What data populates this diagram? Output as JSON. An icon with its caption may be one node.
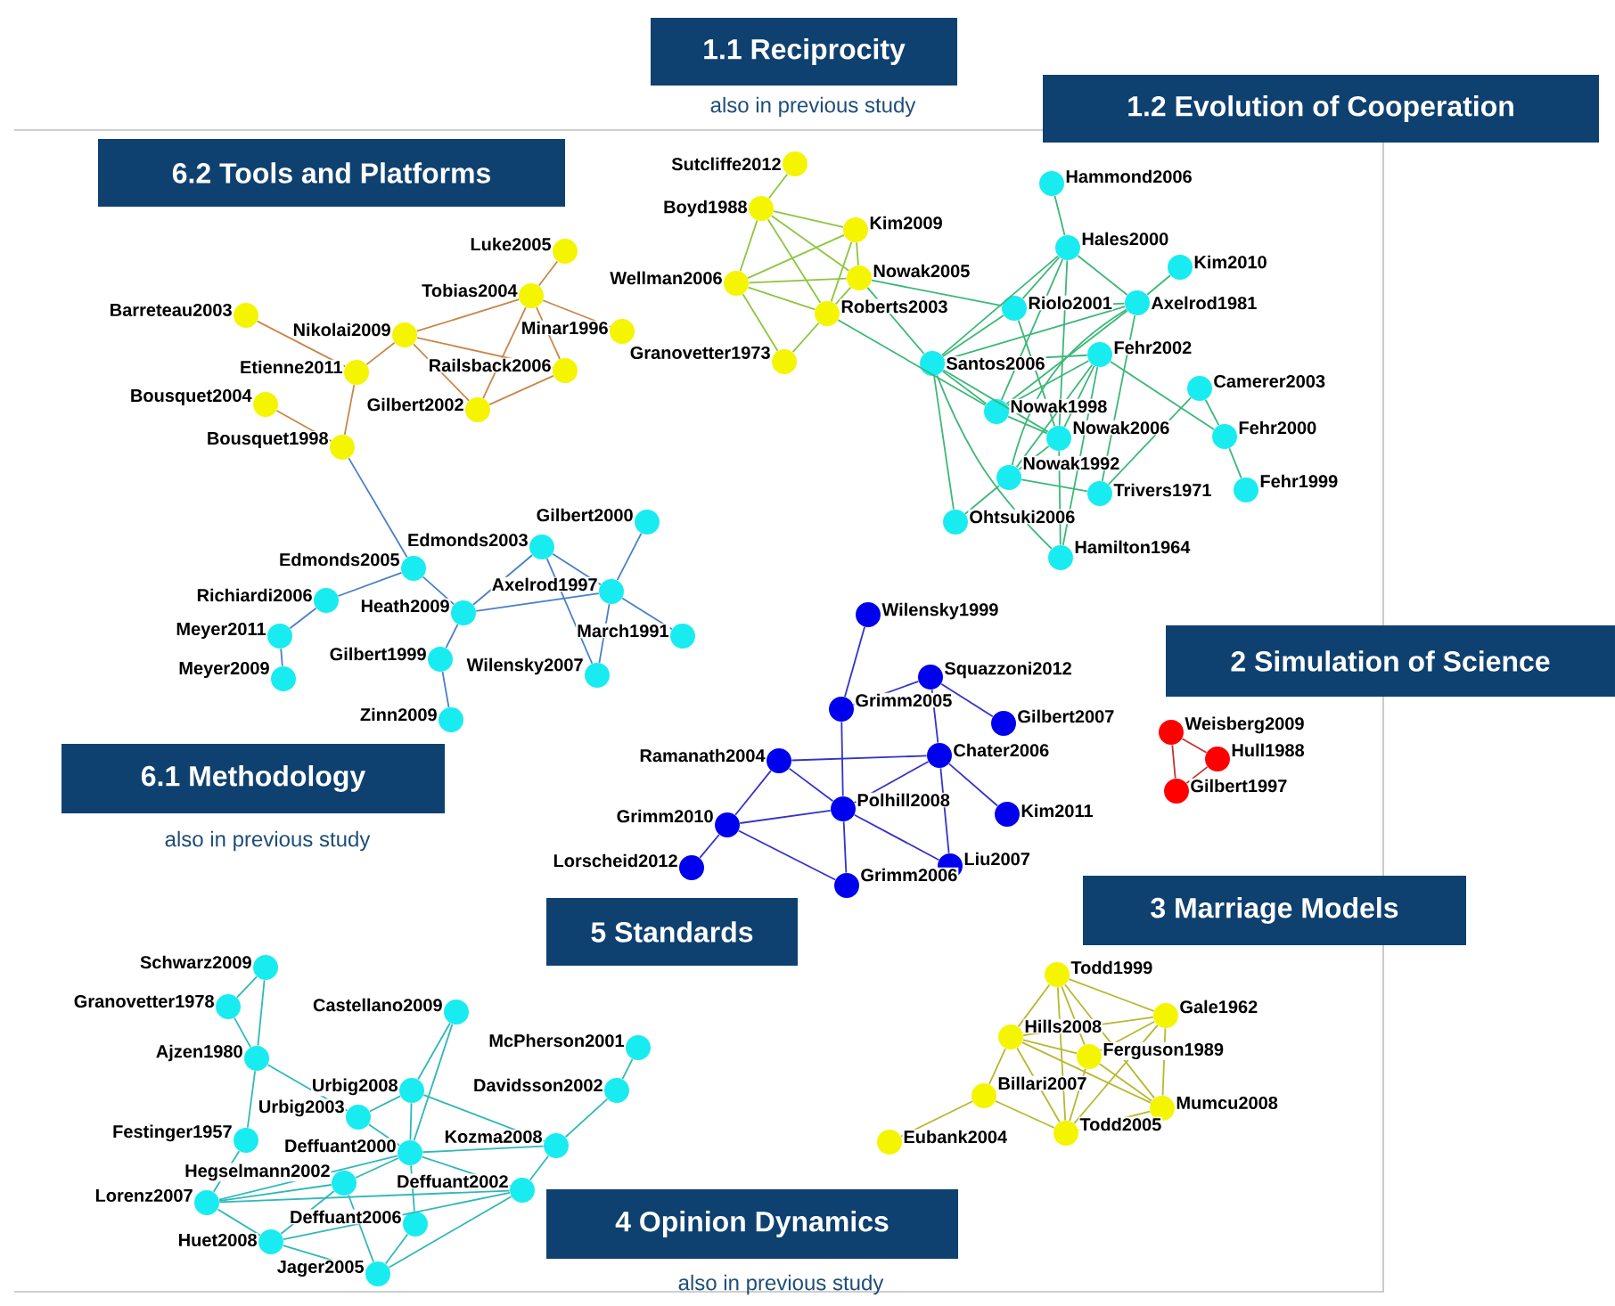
{
  "diagram": {
    "nodes": [
      {
        "text": [
          "1.1 Reciprocity"
        ],
        "beside": [
          "also in previous study"
        ]
      },
      {
        "text": [
          "1.2 Evolution of Cooperation"
        ]
      },
      {
        "text": [
          "6.2 Tools and Platforms"
        ]
      },
      {
        "text": [],
        "shape": "circle",
        "beside": [
          "Sutcliffe2012"
        ]
      },
      {
        "text": [],
        "shape": "circle",
        "beside": [
          "Boyd1988"
        ]
      },
      {
        "text": [],
        "shape": "circle",
        "beside": [
          "Kim2009"
        ]
      },
      {
        "text": [],
        "shape": "circle",
        "beside": [
          "Wellman2006"
        ]
      },
      {
        "text": [],
        "shape": "circle",
        "beside": [
          "Nowak2005"
        ]
      },
      {
        "text": [],
        "shape": "circle",
        "beside": [
          "Roberts2003"
        ]
      },
      {
        "text": [],
        "shape": "circle",
        "beside": [
          "Granovetter1973"
        ]
      },
      {
        "text": [],
        "shape": "circle",
        "beside": [
          "Hammond2006"
        ]
      },
      {
        "text": [],
        "shape": "circle",
        "beside": [
          "Hales2000"
        ]
      },
      {
        "text": [],
        "shape": "circle",
        "beside": [
          "Kim2010"
        ]
      },
      {
        "text": [],
        "shape": "circle",
        "beside": [
          "Riolo2001"
        ]
      },
      {
        "text": [],
        "shape": "circle",
        "beside": [
          "Axelrod1981"
        ]
      },
      {
        "text": [],
        "shape": "circle",
        "beside": [
          "Santos2006"
        ]
      },
      {
        "text": [],
        "shape": "circle",
        "beside": [
          "Fehr2002"
        ]
      },
      {
        "text": [],
        "shape": "circle",
        "beside": [
          "Camerer2003"
        ]
      },
      {
        "text": [],
        "shape": "circle",
        "beside": [
          "Nowak1998"
        ]
      },
      {
        "text": [],
        "shape": "circle",
        "beside": [
          "Nowak2006"
        ]
      },
      {
        "text": [],
        "shape": "circle",
        "beside": [
          "Fehr2000"
        ]
      },
      {
        "text": [],
        "shape": "circle",
        "beside": [
          "Nowak1992"
        ]
      },
      {
        "text": [],
        "shape": "circle",
        "beside": [
          "Trivers1971"
        ]
      },
      {
        "text": [],
        "shape": "circle",
        "beside": [
          "Fehr1999"
        ]
      },
      {
        "text": [],
        "shape": "circle",
        "beside": [
          "Ohtsuki2006"
        ]
      },
      {
        "text": [],
        "shape": "circle",
        "beside": [
          "Hamilton1964"
        ]
      },
      {
        "text": [],
        "shape": "circle",
        "beside": [
          "Luke2005"
        ]
      },
      {
        "text": [],
        "shape": "circle",
        "beside": [
          "Tobias2004"
        ]
      },
      {
        "text": [],
        "shape": "circle",
        "beside": [
          "Barreteau2003"
        ]
      },
      {
        "text": [],
        "shape": "circle",
        "beside": [
          "Nikolai2009"
        ]
      },
      {
        "text": [],
        "shape": "circle",
        "beside": [
          "Minar1996"
        ]
      },
      {
        "text": [],
        "shape": "circle",
        "beside": [
          "Etienne2011"
        ]
      },
      {
        "text": [],
        "shape": "circle",
        "beside": [
          "Railsback2006"
        ]
      },
      {
        "text": [],
        "shape": "circle",
        "beside": [
          "Bousquet2004"
        ]
      },
      {
        "text": [],
        "shape": "circle",
        "beside": [
          "Gilbert2002"
        ]
      },
      {
        "text": [],
        "shape": "circle",
        "beside": [
          "Bousquet1998"
        ]
      },
      {
        "text": [],
        "shape": "circle",
        "beside": [
          "Gilbert2000"
        ]
      },
      {
        "text": [],
        "shape": "circle",
        "beside": [
          "Edmonds2003"
        ]
      },
      {
        "text": [],
        "shape": "circle",
        "beside": [
          "Edmonds2005"
        ]
      },
      {
        "text": [],
        "shape": "circle",
        "beside": [
          "Richiardi2006"
        ]
      },
      {
        "text": [],
        "shape": "circle",
        "beside": [
          "Axelrod1997"
        ]
      },
      {
        "text": [],
        "shape": "circle",
        "beside": [
          "Heath2009"
        ]
      },
      {
        "text": [],
        "shape": "circle",
        "beside": [
          "Meyer2011"
        ]
      },
      {
        "text": [],
        "shape": "circle",
        "beside": [
          "March1991"
        ]
      },
      {
        "text": [],
        "shape": "circle",
        "beside": [
          "Gilbert1999"
        ]
      },
      {
        "text": [],
        "shape": "circle",
        "beside": [
          "Wilensky2007"
        ]
      },
      {
        "text": [],
        "shape": "circle",
        "beside": [
          "Meyer2009"
        ]
      },
      {
        "text": [],
        "shape": "circle",
        "beside": [
          "Zinn2009"
        ]
      },
      {
        "text": [
          "2 Simulation of Science"
        ]
      },
      {
        "text": [],
        "shape": "circle",
        "beside": [
          "Wilensky1999"
        ]
      },
      {
        "text": [],
        "shape": "circle",
        "beside": [
          "Squazzoni2012"
        ]
      },
      {
        "text": [],
        "shape": "circle",
        "beside": [
          "Grimm2005"
        ]
      },
      {
        "text": [],
        "shape": "circle",
        "beside": [
          "Gilbert2007"
        ]
      },
      {
        "text": [],
        "shape": "circle",
        "beside": [
          "Ramanath2004"
        ]
      },
      {
        "text": [],
        "shape": "circle",
        "beside": [
          "Chater2006"
        ]
      },
      {
        "text": [],
        "shape": "circle",
        "beside": [
          "Polhill2008"
        ]
      },
      {
        "text": [],
        "shape": "circle",
        "beside": [
          "Grimm2010"
        ]
      },
      {
        "text": [],
        "shape": "circle",
        "beside": [
          "Kim2011"
        ]
      },
      {
        "text": [],
        "shape": "circle",
        "beside": [
          "Lorscheid2012"
        ]
      },
      {
        "text": [],
        "shape": "circle",
        "beside": [
          "Liu2007"
        ]
      },
      {
        "text": [],
        "shape": "circle",
        "beside": [
          "Grimm2006"
        ]
      },
      {
        "text": [],
        "shape": "circle",
        "beside": [
          "Weisberg2009"
        ]
      },
      {
        "text": [],
        "shape": "circle",
        "beside": [
          "Hull1988"
        ]
      },
      {
        "text": [],
        "shape": "circle",
        "beside": [
          "Gilbert1997"
        ]
      },
      {
        "text": [
          "6.1 Methodology"
        ],
        "beside": [
          "also in previous study"
        ]
      },
      {
        "text": [
          "3 Marriage Models"
        ]
      },
      {
        "text": [
          "5 Standards"
        ]
      },
      {
        "text": [],
        "shape": "circle",
        "beside": [
          "Todd1999"
        ]
      },
      {
        "text": [],
        "shape": "circle",
        "beside": [
          "Gale1962"
        ]
      },
      {
        "text": [],
        "shape": "circle",
        "beside": [
          "Hills2008"
        ]
      },
      {
        "text": [],
        "shape": "circle",
        "beside": [
          "Ferguson1989"
        ]
      },
      {
        "text": [],
        "shape": "circle",
        "beside": [
          "Billari2007"
        ]
      },
      {
        "text": [],
        "shape": "circle",
        "beside": [
          "Mumcu2008"
        ]
      },
      {
        "text": [],
        "shape": "circle",
        "beside": [
          "Todd2005"
        ]
      },
      {
        "text": [],
        "shape": "circle",
        "beside": [
          "Eubank2004"
        ]
      },
      {
        "text": [],
        "shape": "circle",
        "beside": [
          "Schwarz2009"
        ]
      },
      {
        "text": [],
        "shape": "circle",
        "beside": [
          "Granovetter1978"
        ]
      },
      {
        "text": [],
        "shape": "circle",
        "beside": [
          "Castellano2009"
        ]
      },
      {
        "text": [],
        "shape": "circle",
        "beside": [
          "McPherson2001"
        ]
      },
      {
        "text": [],
        "shape": "circle",
        "beside": [
          "Ajzen1980"
        ]
      },
      {
        "text": [],
        "shape": "circle",
        "beside": [
          "Urbig2008"
        ]
      },
      {
        "text": [],
        "shape": "circle",
        "beside": [
          "Davidsson2002"
        ]
      },
      {
        "text": [],
        "shape": "circle",
        "beside": [
          "Urbig2003"
        ]
      },
      {
        "text": [],
        "shape": "circle",
        "beside": [
          "Festinger1957"
        ]
      },
      {
        "text": [],
        "shape": "circle",
        "beside": [
          "Kozma2008"
        ]
      },
      {
        "text": [],
        "shape": "circle",
        "beside": [
          "Deffuant2000"
        ]
      },
      {
        "text": [],
        "shape": "circle",
        "beside": [
          "Hegselmann2002"
        ]
      },
      {
        "text": [],
        "shape": "circle",
        "beside": [
          "Deffuant2002"
        ]
      },
      {
        "text": [],
        "shape": "circle",
        "beside": [
          "Lorenz2007"
        ]
      },
      {
        "text": [],
        "shape": "circle",
        "beside": [
          "Deffuant2006"
        ]
      },
      {
        "text": [],
        "shape": "circle",
        "beside": [
          "Huet2008"
        ]
      },
      {
        "text": [],
        "shape": "circle",
        "beside": [
          "Jager2005"
        ]
      },
      {
        "text": [
          "4 Opinion Dynamics"
        ],
        "beside": [
          "also in previous study"
        ]
      }
    ],
    "edges": [
      {
        "from": 3,
        "to": 4,
        "arrow": "none",
        "color": "#8cc63f"
      },
      {
        "from": 4,
        "to": 5,
        "arrow": "none",
        "color": "#8cc63f"
      },
      {
        "from": 4,
        "to": 6,
        "arrow": "none",
        "color": "#8cc63f"
      },
      {
        "from": 4,
        "to": 8,
        "arrow": "none",
        "color": "#8cc63f"
      },
      {
        "from": 4,
        "to": 7,
        "arrow": "none",
        "color": "#8cc63f"
      },
      {
        "from": 5,
        "to": 6,
        "arrow": "none",
        "color": "#8cc63f"
      },
      {
        "from": 5,
        "to": 8,
        "arrow": "none",
        "color": "#8cc63f"
      },
      {
        "from": 5,
        "to": 7,
        "arrow": "none",
        "color": "#8cc63f"
      },
      {
        "from": 6,
        "to": 7,
        "arrow": "none",
        "color": "#8cc63f"
      },
      {
        "from": 6,
        "to": 8,
        "arrow": "none",
        "color": "#8cc63f"
      },
      {
        "from": 6,
        "to": 9,
        "arrow": "none",
        "color": "#8cc63f"
      },
      {
        "from": 9,
        "to": 8,
        "arrow": "none",
        "color": "#8cc63f"
      },
      {
        "from": 7,
        "to": 8,
        "arrow": "none",
        "color": "#8cc63f"
      },
      {
        "from": 7,
        "to": 13,
        "arrow": "none"
      },
      {
        "from": 7,
        "to": 15,
        "arrow": "none"
      },
      {
        "from": 8,
        "to": 18,
        "arrow": "none"
      },
      {
        "from": 10,
        "to": 11,
        "arrow": "none"
      },
      {
        "from": 11,
        "to": 13,
        "arrow": "none"
      },
      {
        "from": 11,
        "to": 15,
        "arrow": "none"
      },
      {
        "from": 11,
        "to": 18,
        "arrow": "none"
      },
      {
        "from": 11,
        "to": 19,
        "arrow": "none"
      },
      {
        "from": 11,
        "to": 14,
        "arrow": "none"
      },
      {
        "from": 12,
        "to": 14,
        "arrow": "none"
      },
      {
        "from": 13,
        "to": 14,
        "arrow": "none"
      },
      {
        "from": 13,
        "to": 15,
        "arrow": "none"
      },
      {
        "from": 13,
        "to": 19,
        "arrow": "none"
      },
      {
        "from": 14,
        "to": 15,
        "arrow": "none"
      },
      {
        "from": 14,
        "to": 18,
        "arrow": "none"
      },
      {
        "from": 14,
        "to": 21,
        "arrow": "none"
      },
      {
        "from": 14,
        "to": 22,
        "arrow": "none"
      },
      {
        "from": 15,
        "to": 16,
        "arrow": "none"
      },
      {
        "from": 15,
        "to": 18,
        "arrow": "none"
      },
      {
        "from": 15,
        "to": 19,
        "arrow": "none"
      },
      {
        "from": 15,
        "to": 24,
        "arrow": "none"
      },
      {
        "from": 15,
        "to": 25,
        "arrow": "none"
      },
      {
        "from": 16,
        "to": 18,
        "arrow": "none"
      },
      {
        "from": 16,
        "to": 19,
        "arrow": "none"
      },
      {
        "from": 16,
        "to": 21,
        "arrow": "none"
      },
      {
        "from": 16,
        "to": 20,
        "arrow": "none"
      },
      {
        "from": 16,
        "to": 25,
        "arrow": "none"
      },
      {
        "from": 17,
        "to": 20,
        "arrow": "none"
      },
      {
        "from": 17,
        "to": 22,
        "arrow": "none"
      },
      {
        "from": 20,
        "to": 23,
        "arrow": "none"
      },
      {
        "from": 18,
        "to": 19,
        "arrow": "none"
      },
      {
        "from": 19,
        "to": 25,
        "arrow": "none"
      },
      {
        "from": 21,
        "to": 24,
        "arrow": "none"
      },
      {
        "from": 21,
        "to": 22,
        "arrow": "none"
      },
      {
        "from": 19,
        "to": 21,
        "arrow": "none"
      },
      {
        "from": 26,
        "to": 27,
        "arrow": "none",
        "color": "#c8874a"
      },
      {
        "from": 27,
        "to": 29,
        "arrow": "none",
        "color": "#c8874a"
      },
      {
        "from": 27,
        "to": 30,
        "arrow": "none",
        "color": "#c8874a"
      },
      {
        "from": 27,
        "to": 32,
        "arrow": "none",
        "color": "#c8874a"
      },
      {
        "from": 27,
        "to": 34,
        "arrow": "none",
        "color": "#c8874a"
      },
      {
        "from": 28,
        "to": 31,
        "arrow": "none",
        "color": "#c8874a"
      },
      {
        "from": 29,
        "to": 31,
        "arrow": "none",
        "color": "#c8874a"
      },
      {
        "from": 29,
        "to": 32,
        "arrow": "none",
        "color": "#c8874a"
      },
      {
        "from": 29,
        "to": 34,
        "arrow": "none",
        "color": "#c8874a"
      },
      {
        "from": 32,
        "to": 34,
        "arrow": "none",
        "color": "#c8874a"
      },
      {
        "from": 31,
        "to": 35,
        "arrow": "none",
        "color": "#c8874a"
      },
      {
        "from": 33,
        "to": 35,
        "arrow": "none",
        "color": "#c8874a"
      },
      {
        "from": 35,
        "to": 38,
        "arrow": "none",
        "color": "#4a7fc8"
      },
      {
        "from": 38,
        "to": 39,
        "arrow": "none",
        "color": "#4a7fc8"
      },
      {
        "from": 38,
        "to": 41,
        "arrow": "none",
        "color": "#4a7fc8"
      },
      {
        "from": 39,
        "to": 42,
        "arrow": "none",
        "color": "#4a7fc8"
      },
      {
        "from": 42,
        "to": 46,
        "arrow": "none",
        "color": "#4a7fc8"
      },
      {
        "from": 41,
        "to": 37,
        "arrow": "none",
        "color": "#4a7fc8"
      },
      {
        "from": 41,
        "to": 40,
        "arrow": "none",
        "color": "#4a7fc8"
      },
      {
        "from": 41,
        "to": 44,
        "arrow": "none",
        "color": "#4a7fc8"
      },
      {
        "from": 44,
        "to": 47,
        "arrow": "none",
        "color": "#4a7fc8"
      },
      {
        "from": 37,
        "to": 40,
        "arrow": "none",
        "color": "#4a7fc8"
      },
      {
        "from": 37,
        "to": 45,
        "arrow": "none",
        "color": "#4a7fc8"
      },
      {
        "from": 40,
        "to": 36,
        "arrow": "none",
        "color": "#4a7fc8"
      },
      {
        "from": 40,
        "to": 43,
        "arrow": "none",
        "color": "#4a7fc8"
      },
      {
        "from": 40,
        "to": 45,
        "arrow": "none",
        "color": "#4a7fc8"
      },
      {
        "from": 49,
        "to": 51,
        "arrow": "none",
        "color": "#3333cc"
      },
      {
        "from": 51,
        "to": 50,
        "arrow": "none",
        "color": "#3333cc"
      },
      {
        "from": 51,
        "to": 55,
        "arrow": "none",
        "color": "#3333cc"
      },
      {
        "from": 50,
        "to": 52,
        "arrow": "none",
        "color": "#3333cc"
      },
      {
        "from": 50,
        "to": 54,
        "arrow": "none",
        "color": "#3333cc"
      },
      {
        "from": 53,
        "to": 54,
        "arrow": "none",
        "color": "#3333cc"
      },
      {
        "from": 53,
        "to": 55,
        "arrow": "none",
        "color": "#3333cc"
      },
      {
        "from": 53,
        "to": 56,
        "arrow": "none",
        "color": "#3333cc"
      },
      {
        "from": 54,
        "to": 55,
        "arrow": "none",
        "color": "#3333cc"
      },
      {
        "from": 54,
        "to": 57,
        "arrow": "none",
        "color": "#3333cc"
      },
      {
        "from": 54,
        "to": 59,
        "arrow": "none",
        "color": "#3333cc"
      },
      {
        "from": 55,
        "to": 56,
        "arrow": "none",
        "color": "#3333cc"
      },
      {
        "from": 55,
        "to": 59,
        "arrow": "none",
        "color": "#3333cc"
      },
      {
        "from": 55,
        "to": 60,
        "arrow": "none",
        "color": "#3333cc"
      },
      {
        "from": 56,
        "to": 58,
        "arrow": "none",
        "color": "#3333cc"
      },
      {
        "from": 56,
        "to": 60,
        "arrow": "none",
        "color": "#3333cc"
      },
      {
        "from": 61,
        "to": 62,
        "arrow": "none",
        "color": "#c83232"
      },
      {
        "from": 61,
        "to": 63,
        "arrow": "none",
        "color": "#c83232"
      },
      {
        "from": 62,
        "to": 63,
        "arrow": "none",
        "color": "#c83232"
      },
      {
        "from": 67,
        "to": 68,
        "arrow": "none",
        "color": "#b8b830"
      },
      {
        "from": 67,
        "to": 69,
        "arrow": "none",
        "color": "#b8b830"
      },
      {
        "from": 67,
        "to": 70,
        "arrow": "none",
        "color": "#b8b830"
      },
      {
        "from": 67,
        "to": 73,
        "arrow": "none",
        "color": "#b8b830"
      },
      {
        "from": 67,
        "to": 72,
        "arrow": "none",
        "color": "#b8b830"
      },
      {
        "from": 68,
        "to": 69,
        "arrow": "none",
        "color": "#b8b830"
      },
      {
        "from": 68,
        "to": 70,
        "arrow": "none",
        "color": "#b8b830"
      },
      {
        "from": 68,
        "to": 73,
        "arrow": "none",
        "color": "#b8b830"
      },
      {
        "from": 68,
        "to": 72,
        "arrow": "none",
        "color": "#b8b830"
      },
      {
        "from": 69,
        "to": 70,
        "arrow": "none",
        "color": "#b8b830"
      },
      {
        "from": 69,
        "to": 71,
        "arrow": "none",
        "color": "#b8b830"
      },
      {
        "from": 69,
        "to": 72,
        "arrow": "none",
        "color": "#b8b830"
      },
      {
        "from": 69,
        "to": 73,
        "arrow": "none",
        "color": "#b8b830"
      },
      {
        "from": 70,
        "to": 72,
        "arrow": "none",
        "color": "#b8b830"
      },
      {
        "from": 70,
        "to": 73,
        "arrow": "none",
        "color": "#b8b830"
      },
      {
        "from": 71,
        "to": 73,
        "arrow": "none",
        "color": "#b8b830"
      },
      {
        "from": 71,
        "to": 74,
        "arrow": "none",
        "color": "#b8b830"
      },
      {
        "from": 73,
        "to": 72,
        "arrow": "none",
        "color": "#b8b830"
      },
      {
        "from": 75,
        "to": 76,
        "arrow": "none",
        "color": "#30b8b8"
      },
      {
        "from": 75,
        "to": 79,
        "arrow": "none",
        "color": "#30b8b8"
      },
      {
        "from": 76,
        "to": 79,
        "arrow": "none",
        "color": "#30b8b8"
      },
      {
        "from": 77,
        "to": 80,
        "arrow": "none",
        "color": "#30b8b8"
      },
      {
        "from": 77,
        "to": 85,
        "arrow": "none",
        "color": "#30b8b8"
      },
      {
        "from": 78,
        "to": 81,
        "arrow": "none",
        "color": "#30b8b8"
      },
      {
        "from": 79,
        "to": 82,
        "arrow": "none",
        "color": "#30b8b8"
      },
      {
        "from": 79,
        "to": 83,
        "arrow": "none",
        "color": "#30b8b8"
      },
      {
        "from": 80,
        "to": 82,
        "arrow": "none",
        "color": "#30b8b8"
      },
      {
        "from": 80,
        "to": 85,
        "arrow": "none",
        "color": "#30b8b8"
      },
      {
        "from": 80,
        "to": 84,
        "arrow": "none",
        "color": "#30b8b8"
      },
      {
        "from": 81,
        "to": 84,
        "arrow": "none",
        "color": "#30b8b8"
      },
      {
        "from": 82,
        "to": 85,
        "arrow": "none",
        "color": "#30b8b8"
      },
      {
        "from": 83,
        "to": 88,
        "arrow": "none",
        "color": "#30b8b8"
      },
      {
        "from": 84,
        "to": 85,
        "arrow": "none",
        "color": "#30b8b8"
      },
      {
        "from": 84,
        "to": 87,
        "arrow": "none",
        "color": "#30b8b8"
      },
      {
        "from": 85,
        "to": 86,
        "arrow": "none",
        "color": "#30b8b8"
      },
      {
        "from": 85,
        "to": 88,
        "arrow": "none",
        "color": "#30b8b8"
      },
      {
        "from": 85,
        "to": 89,
        "arrow": "none",
        "color": "#30b8b8"
      },
      {
        "from": 85,
        "to": 87,
        "arrow": "none",
        "color": "#30b8b8"
      },
      {
        "from": 86,
        "to": 88,
        "arrow": "none",
        "color": "#30b8b8"
      },
      {
        "from": 86,
        "to": 90,
        "arrow": "none",
        "color": "#30b8b8"
      },
      {
        "from": 86,
        "to": 91,
        "arrow": "none",
        "color": "#30b8b8"
      },
      {
        "from": 88,
        "to": 87,
        "arrow": "none",
        "color": "#30b8b8"
      },
      {
        "from": 88,
        "to": 90,
        "arrow": "none",
        "color": "#30b8b8"
      },
      {
        "from": 90,
        "to": 87,
        "arrow": "none",
        "color": "#30b8b8"
      },
      {
        "from": 90,
        "to": 91,
        "arrow": "none",
        "color": "#30b8b8"
      },
      {
        "from": 89,
        "to": 91,
        "arrow": "none",
        "color": "#30b8b8"
      },
      {
        "from": 87,
        "to": 91,
        "arrow": "none",
        "color": "#30b8b8"
      }
    ]
  }
}
